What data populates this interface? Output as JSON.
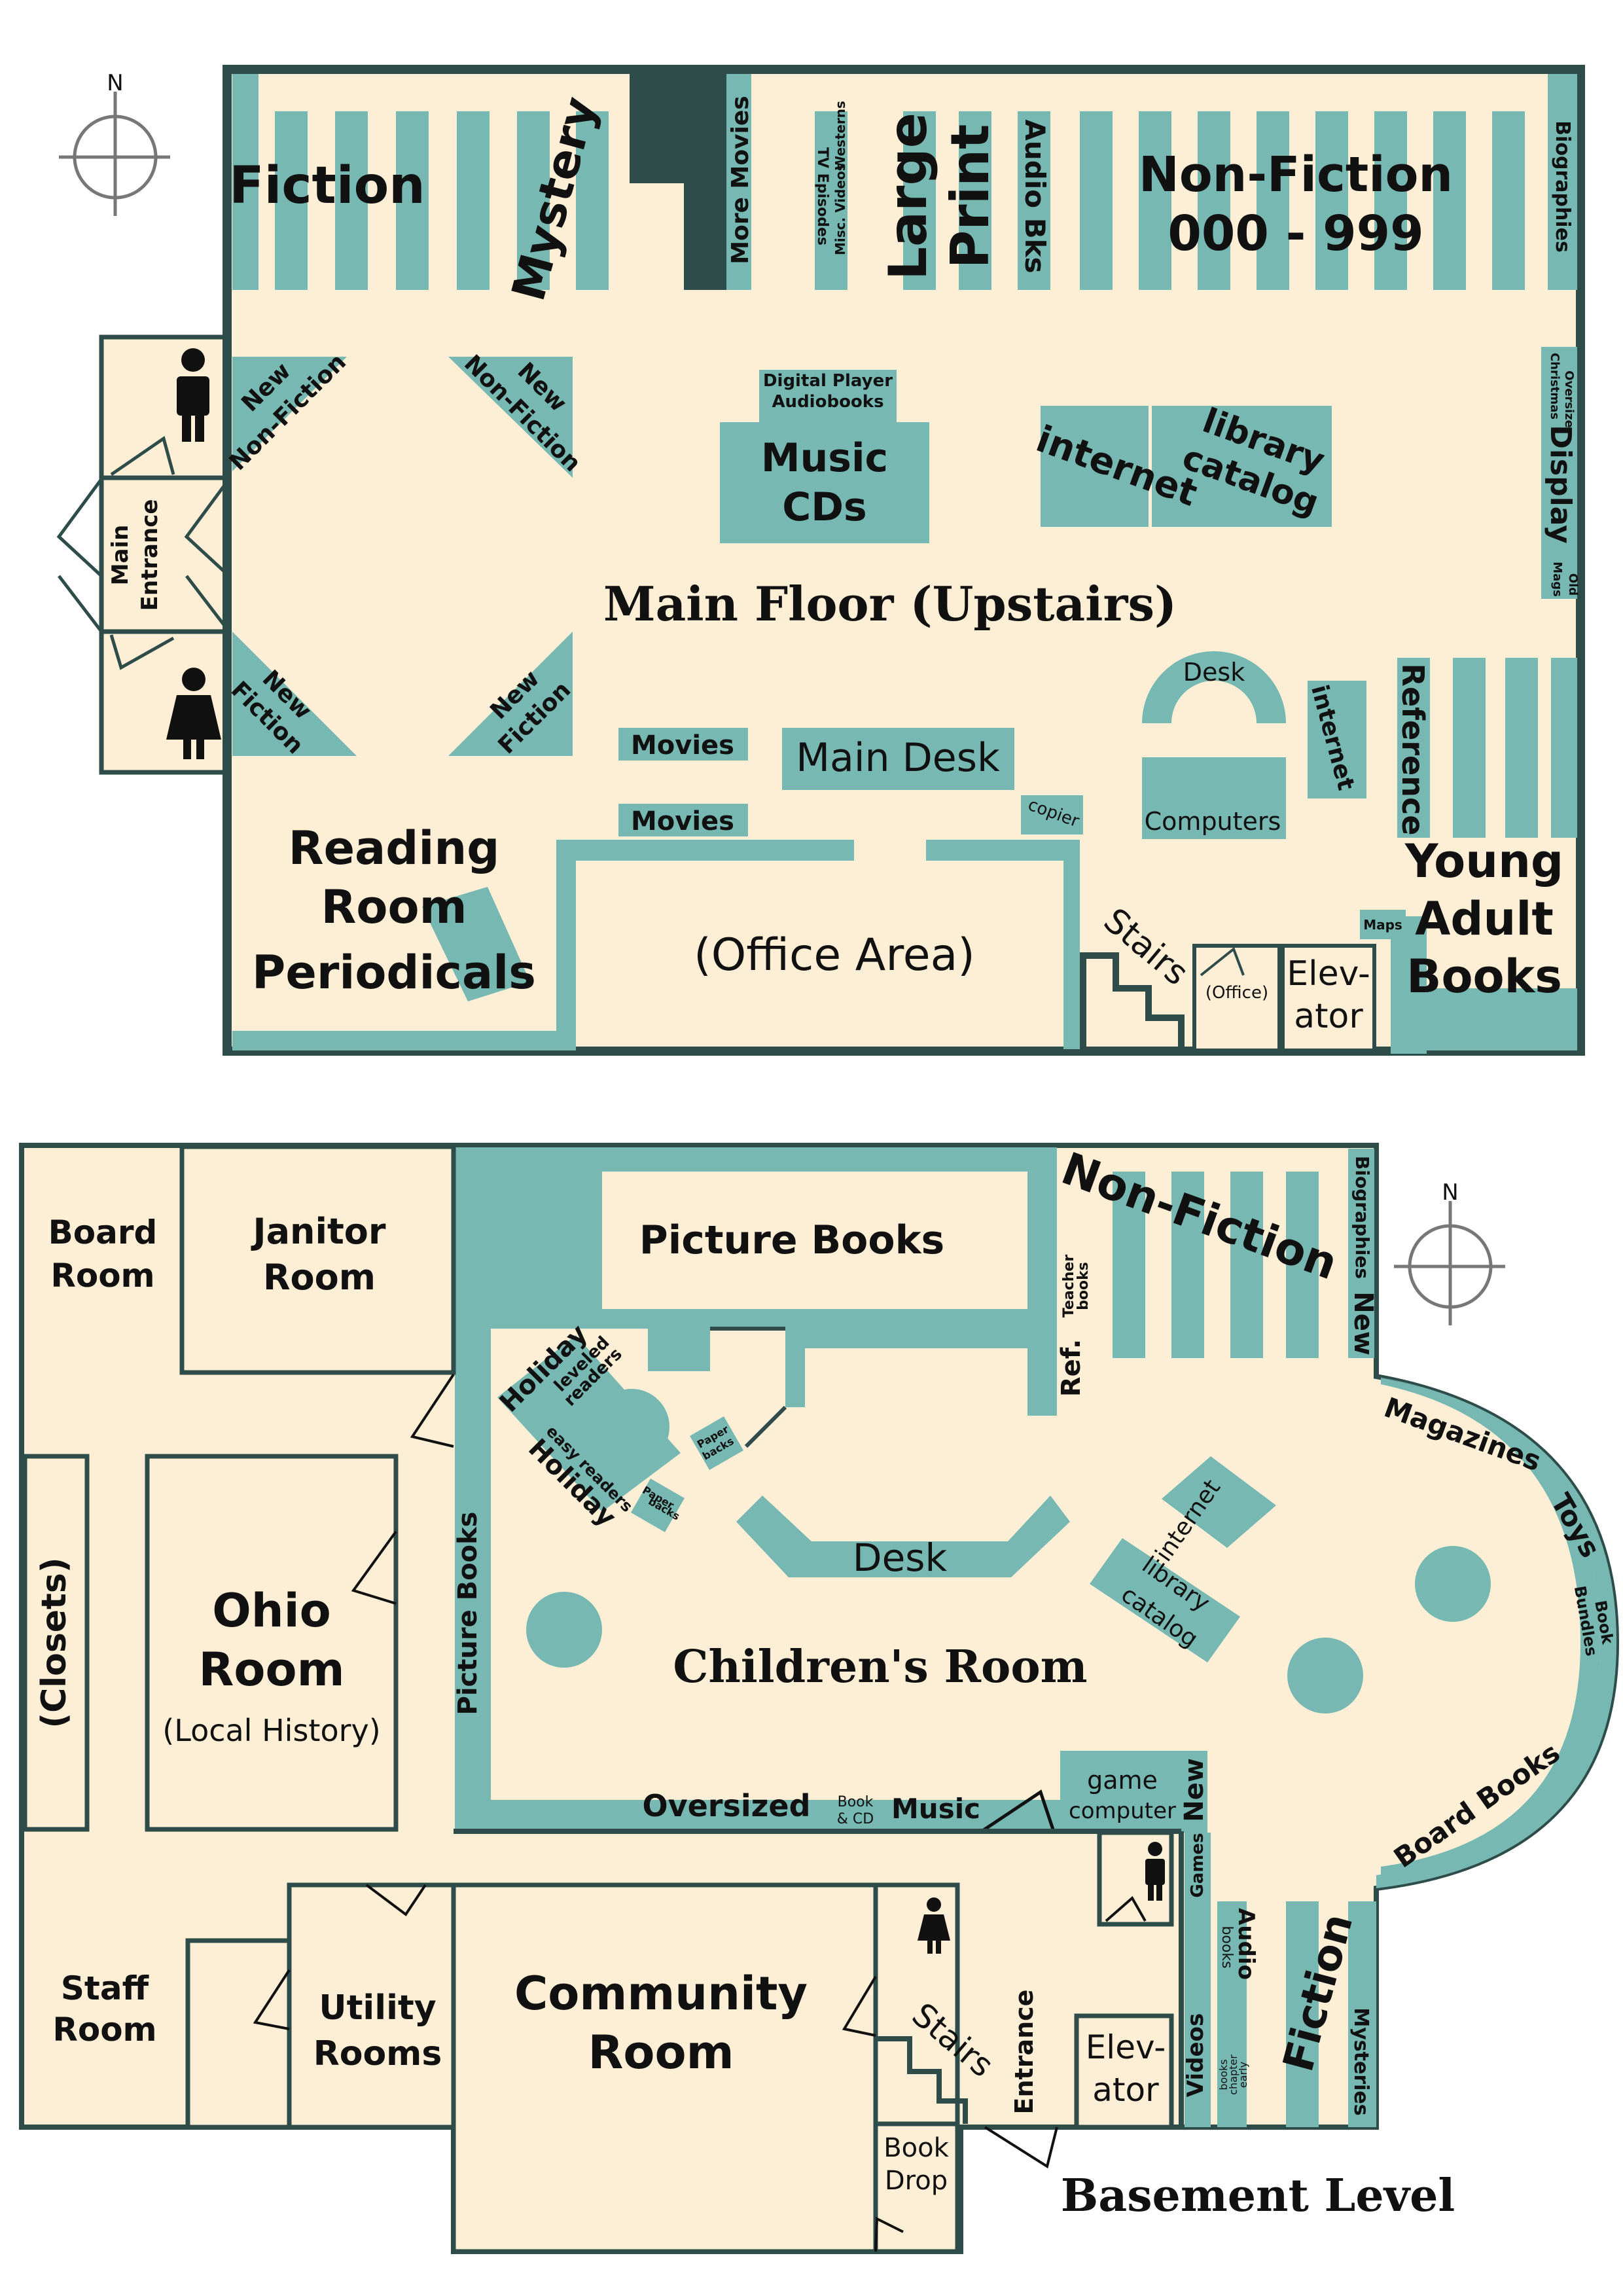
{
  "colors": {
    "floor": "#fdefd6",
    "wall": "#2e4d4a",
    "teal": "#77b9b2",
    "dark": "#2e4d4a",
    "text": "#111111",
    "compass": "#777777"
  },
  "compass_label": "N",
  "upper": {
    "title": "Main Floor (Upstairs)",
    "fiction": "Fiction",
    "mystery": "Mystery",
    "more_movies": "More Movies",
    "tv_episodes": "TV Episodes",
    "misc_videos": "Misc. Videos",
    "westerns": "Westerns",
    "large": "Large",
    "print": "Print",
    "audio_bks": "Audio Bks",
    "nonfiction": "Non-Fiction",
    "nonfiction_range": "000 - 999",
    "biographies": "Biographies",
    "new": "New",
    "non_fiction_small": "Non-Fiction",
    "fiction_small": "Fiction",
    "digital_player": "Digital Player",
    "audiobooks": "Audiobooks",
    "music": "Music",
    "cds": "CDs",
    "internet": "internet",
    "library": "library",
    "catalog": "catalog",
    "oversize": "Oversize",
    "christmas": "Christmas",
    "display": "Display",
    "old": "Old",
    "mags": "Mags",
    "main_entrance_1": "Main",
    "main_entrance_2": "Entrance",
    "desk": "Desk",
    "computers": "Computers",
    "reference": "Reference",
    "young": "Young",
    "adult": "Adult",
    "books": "Books",
    "movies_1": "Movies",
    "movies_2": "Movies",
    "main_desk": "Main Desk",
    "copier": "copier",
    "reading": "Reading",
    "room": "Room",
    "periodicals": "Periodicals",
    "office_area": "(Office Area)",
    "stairs": "Stairs",
    "office": "(Office)",
    "elev": "Elev-",
    "ator": "ator",
    "maps": "Maps"
  },
  "lower": {
    "title": "Basement Level",
    "childrens_room": "Children's Room",
    "board": "Board",
    "board_room": "Room",
    "janitor": "Janitor",
    "janitor_room": "Room",
    "closets": "(Closets)",
    "ohio": "Ohio",
    "ohio_room": "Room",
    "local_history": "(Local History)",
    "staff": "Staff",
    "staff_room": "Room",
    "utility": "Utility",
    "utility_rooms": "Rooms",
    "community": "Community",
    "community_room": "Room",
    "picture_books_top": "Picture Books",
    "picture_books_side": "Picture Books",
    "holiday_1": "Holiday",
    "leveled": "leveled",
    "readers": "readers",
    "easy_readers": "easy readers",
    "holiday_2": "Holiday",
    "paper": "Paper",
    "backs": "backs",
    "desk": "Desk",
    "internet": "internet",
    "library": "library",
    "catalog": "catalog",
    "oversized": "Oversized",
    "book": "Book",
    "and_cd": "& CD",
    "music": "Music",
    "game": "game",
    "computer": "computer",
    "new_1": "New",
    "nonfiction": "Non-Fiction",
    "biographies": "Biographies",
    "new_2": "New",
    "teacher": "Teacher",
    "teacher_books": "books",
    "ref": "Ref.",
    "magazines": "Magazines",
    "toys": "Toys",
    "book_bundles_1": "Book",
    "book_bundles_2": "Bundles",
    "board_books": "Board Books",
    "games": "Games",
    "audio": "Audio",
    "audio_books": "books",
    "videos": "Videos",
    "early": "early",
    "chapter": "chapter",
    "chapter_books": "books",
    "fiction": "Fiction",
    "mysteries": "Mysteries",
    "stairs": "Stairs",
    "entrance": "Entrance",
    "elev": "Elev-",
    "ator": "ator",
    "book_drop_1": "Book",
    "book_drop_2": "Drop"
  }
}
